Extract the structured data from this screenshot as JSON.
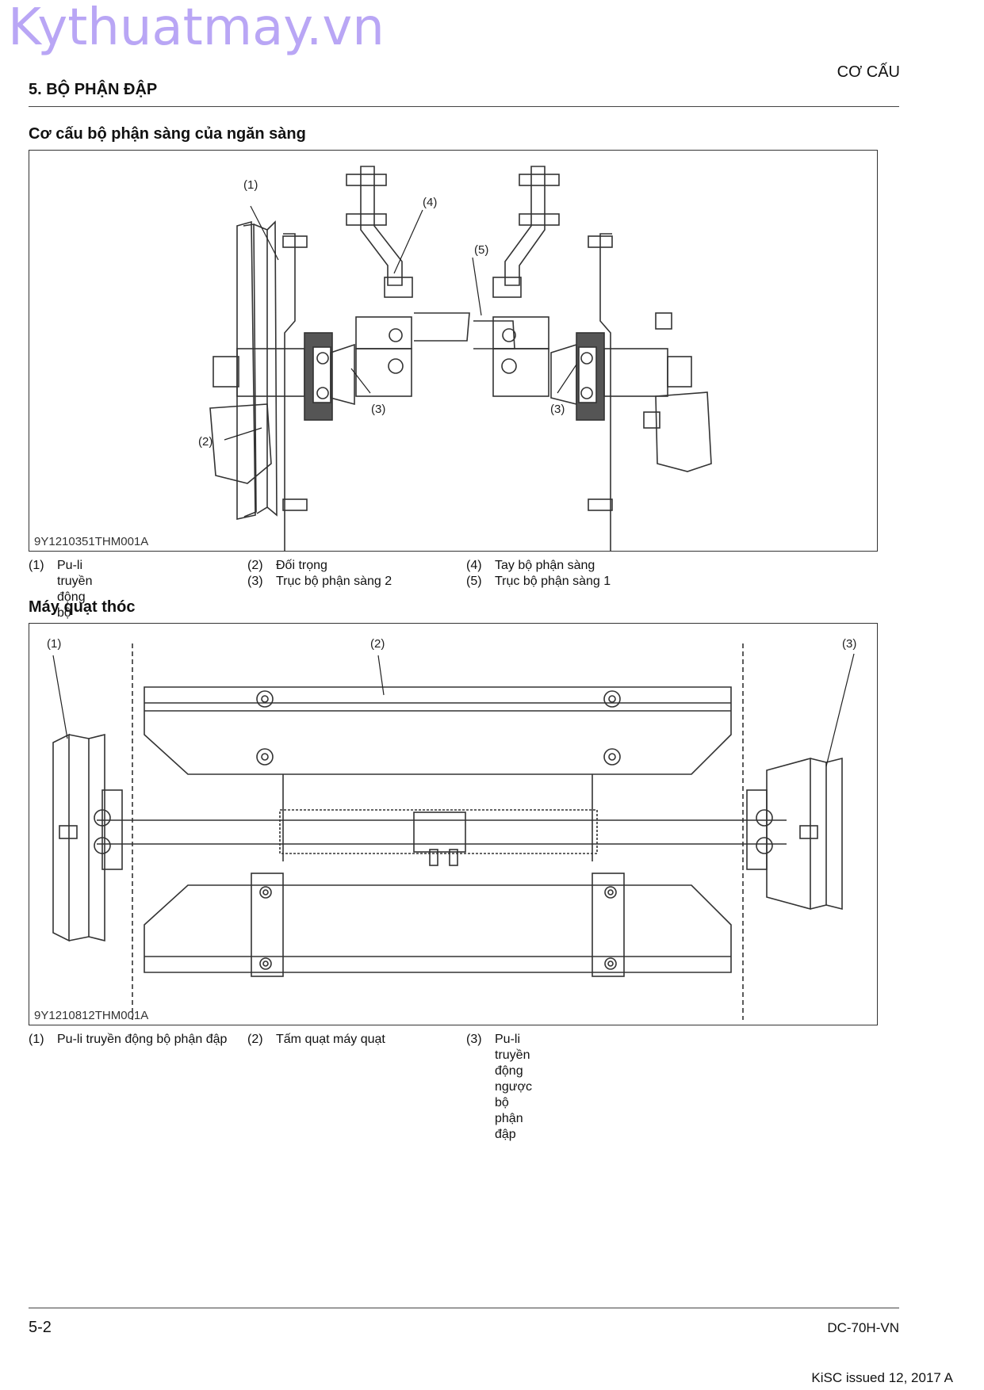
{
  "watermark": "Kythuatmay.vn",
  "header": {
    "category": "CƠ CẤU",
    "section_title": "5. BỘ PHẬN ĐẬP"
  },
  "figure1": {
    "title": "Cơ cấu bộ phận sàng của ngăn sàng",
    "code": "9Y1210351THM001A",
    "callouts": [
      "(1)",
      "(2)",
      "(3)",
      "(3)",
      "(4)",
      "(5)"
    ],
    "legend": [
      {
        "num": "(1)",
        "text": "Pu-li truyền động bộ phận\nsàng của ngăn sàng"
      },
      {
        "num": "(2)",
        "text": "Đối trọng"
      },
      {
        "num": "(3)",
        "text": "Trục bộ phận sàng 2"
      },
      {
        "num": "(4)",
        "text": "Tay bộ phận sàng"
      },
      {
        "num": "(5)",
        "text": "Trục bộ phận sàng 1"
      }
    ]
  },
  "figure2": {
    "title": "Máy quạt thóc",
    "code": "9Y1210812THM001A",
    "callouts": [
      "(1)",
      "(2)",
      "(3)"
    ],
    "legend": [
      {
        "num": "(1)",
        "text": "Pu-li truyền động bộ phận đập"
      },
      {
        "num": "(2)",
        "text": "Tấm quạt máy quạt"
      },
      {
        "num": "(3)",
        "text": "Pu-li truyền động ngược bộ\nphận đập"
      }
    ]
  },
  "footer": {
    "page": "5-2",
    "doc_code": "DC-70H-VN",
    "issued": "KiSC issued 12, 2017 A"
  }
}
